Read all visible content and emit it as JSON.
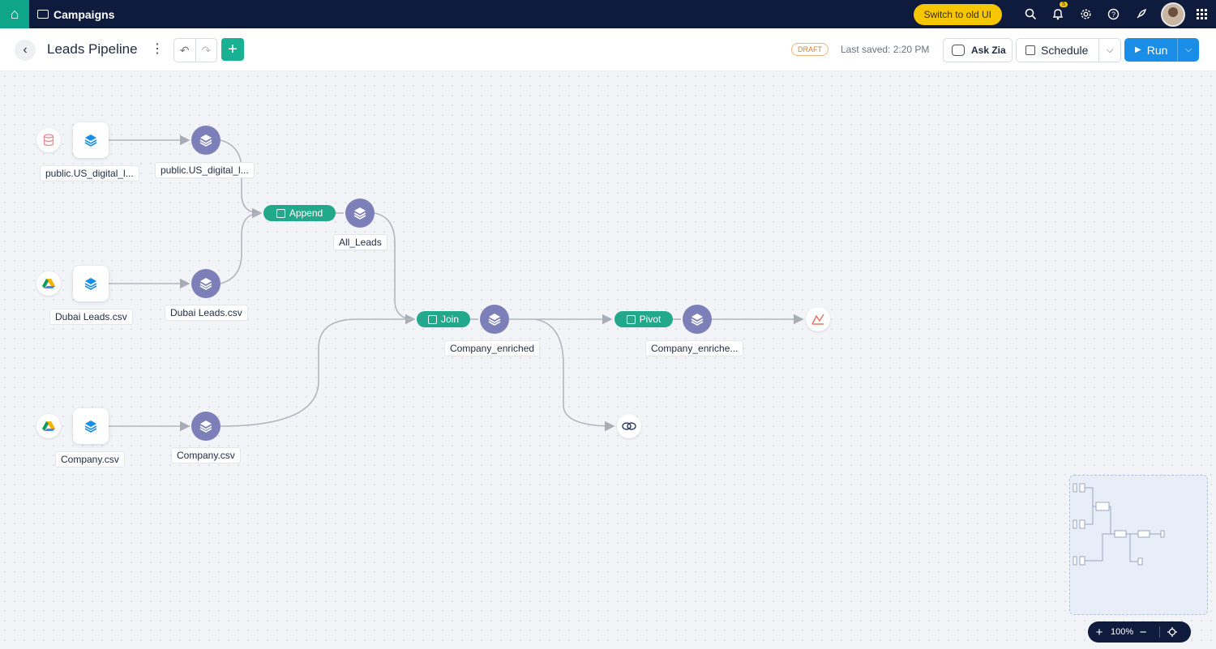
{
  "topbar": {
    "breadcrumb": "Campaigns",
    "switch_old_ui": "Switch to old UI",
    "notifications_count": "5",
    "icons": [
      "home-icon",
      "folder-icon",
      "search-icon",
      "bell-icon",
      "gear-icon",
      "help-icon",
      "rocket-icon",
      "avatar",
      "apps-grid-icon"
    ]
  },
  "header": {
    "title": "Leads Pipeline",
    "status": "DRAFT",
    "last_saved": "Last saved: 2:20 PM",
    "ask_zia": "Ask Zia",
    "schedule": "Schedule",
    "run": "Run"
  },
  "pipeline": {
    "nodes": {
      "src1_label": "public.US_digital_l...",
      "stage1_label": "public.US_digital_l...",
      "src2_label": "Dubai Leads.csv",
      "stage2_label": "Dubai Leads.csv",
      "src3_label": "Company.csv",
      "stage3_label": "Company.csv",
      "append_label": "Append",
      "all_leads_label": "All_Leads",
      "join_label": "Join",
      "company_enriched_label": "Company_enriched",
      "pivot_label": "Pivot",
      "pivot_out_label": "Company_enriche..."
    }
  },
  "zoom": {
    "level": "100%"
  },
  "colors": {
    "accent": "#22a98c",
    "stage": "#7d7fb8",
    "run": "#1a8ee6",
    "topbar": "#0f1b3d"
  }
}
